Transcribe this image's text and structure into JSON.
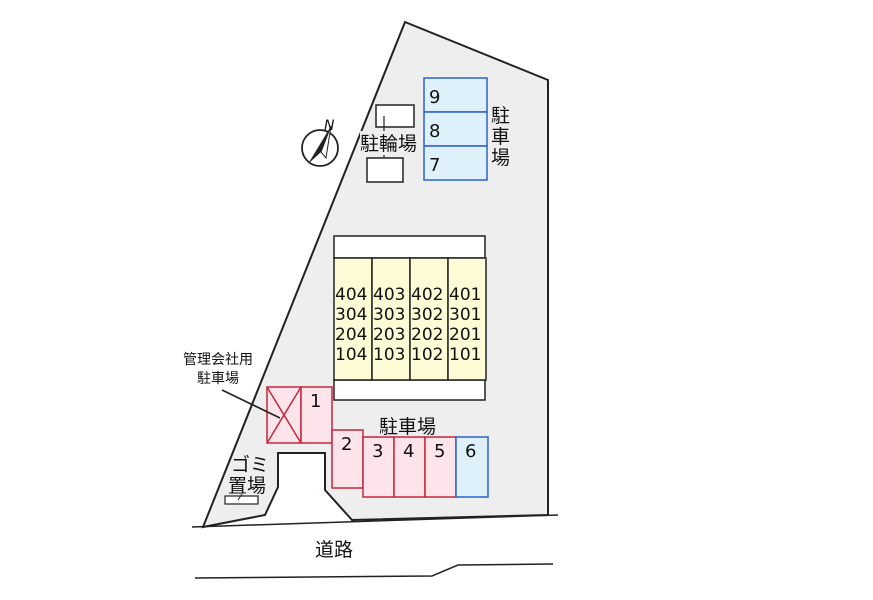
{
  "compass": {
    "label": "N",
    "icon": "north-arrow-icon"
  },
  "labels": {
    "bicycle_parking": "駐輪場",
    "parking_north": "駐車場",
    "parking_south": "駐車場",
    "management_parking_line1": "管理会社用",
    "management_parking_line2": "駐車場",
    "garbage_line1": "ゴミ",
    "garbage_line2": "置場",
    "road": "道路"
  },
  "building": {
    "columns": [
      [
        "404",
        "304",
        "204",
        "104"
      ],
      [
        "403",
        "303",
        "203",
        "103"
      ],
      [
        "402",
        "302",
        "202",
        "102"
      ],
      [
        "401",
        "301",
        "201",
        "101"
      ]
    ]
  },
  "parking": {
    "north_spaces": [
      "9",
      "8",
      "7"
    ],
    "south_spaces": [
      "1",
      "2",
      "3",
      "4",
      "5",
      "6"
    ]
  },
  "colors": {
    "outline": "#222222",
    "lot_fill": "#eeeeee",
    "building_fill": "#fdfcd6",
    "blue_space_fill": "#def1fb",
    "blue_space_stroke": "#2b63c7",
    "red_space_fill": "#fde3ea",
    "red_space_stroke": "#c4283c"
  }
}
